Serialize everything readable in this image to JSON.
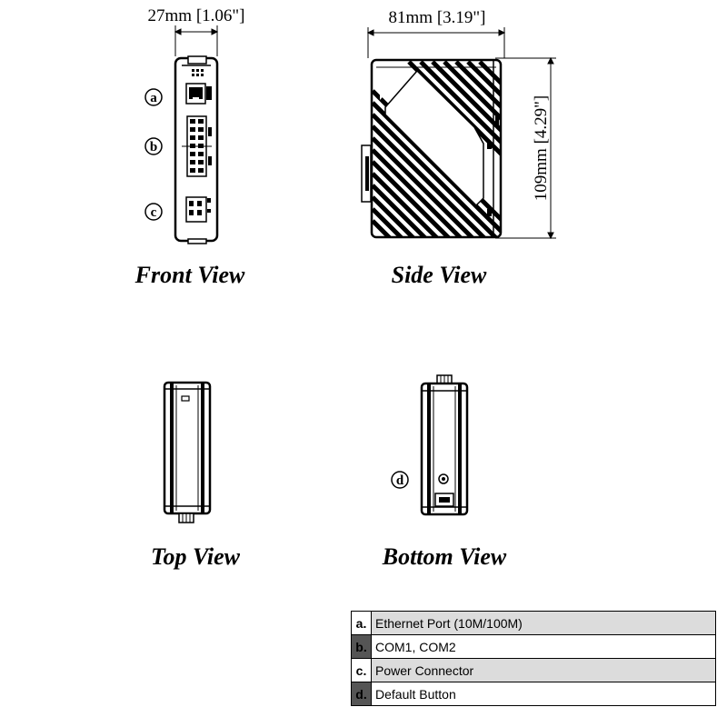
{
  "dimensions": {
    "width": "27mm [1.06\"]",
    "depth": "81mm [3.19\"]",
    "height": "109mm [4.29\"]"
  },
  "views": {
    "front": "Front View",
    "side": "Side View",
    "top": "Top  View",
    "bottom": "Bottom  View"
  },
  "callouts": [
    "a",
    "b",
    "c",
    "d"
  ],
  "legend": [
    {
      "key": "a.",
      "label": "Ethernet Port (10M/100M)"
    },
    {
      "key": "b.",
      "label": "COM1, COM2"
    },
    {
      "key": "c.",
      "label": "Power Connector"
    },
    {
      "key": "d.",
      "label": "Default Button"
    }
  ],
  "colors": {
    "key_dark": "#555555",
    "row_shade": "#dcdcdc"
  }
}
